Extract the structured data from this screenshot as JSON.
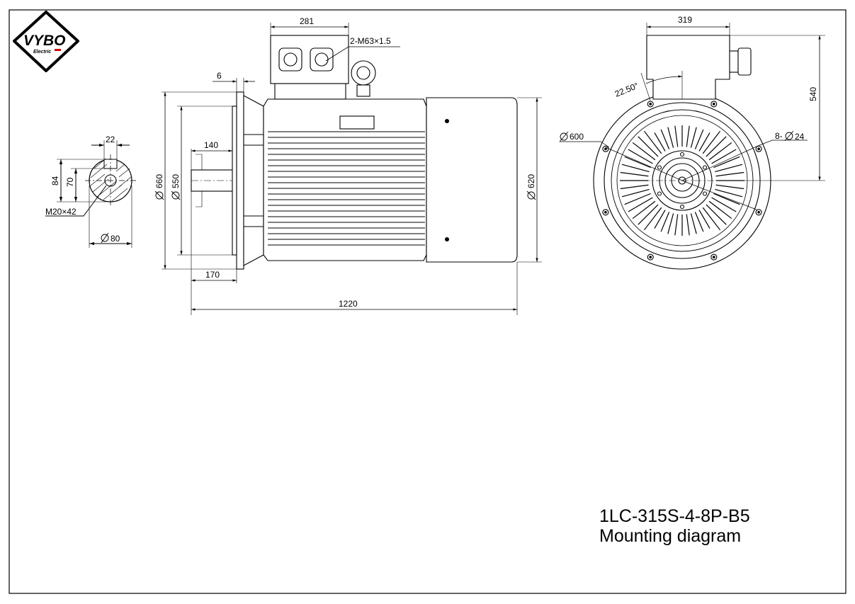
{
  "logo": {
    "brand": "VYBO",
    "tagline": "Electric"
  },
  "title": {
    "model": "1LC-315S-4-8P-B5",
    "subtitle": "Mounting diagram"
  },
  "dimensions": {
    "terminal_box_width": "281",
    "cable_entry": "2-M63×1.5",
    "flange_thickness": "6",
    "shaft_length": "140",
    "flange_outer_dia": "660",
    "spigot_dia": "550",
    "frame_dia": "620",
    "flange_to_shaft_end": "170",
    "overall_length": "1220",
    "key_width": "22",
    "shaft_height": "84",
    "key_depth": "70",
    "center_hole": "M20×42",
    "shaft_dia": "80",
    "box_width_end": "319",
    "box_height": "540",
    "angle": "22.50°",
    "pcd": "600",
    "holes": "8-",
    "hole_dia": "24"
  },
  "colors": {
    "line": "#000000",
    "background": "#ffffff"
  }
}
